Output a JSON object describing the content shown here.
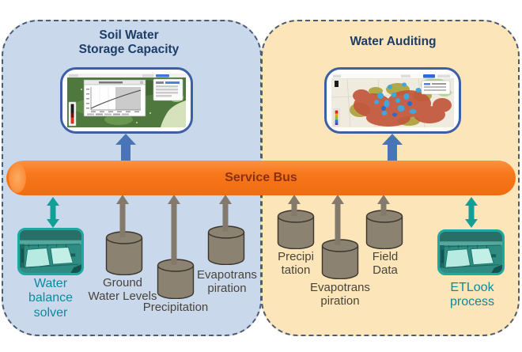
{
  "colors": {
    "left_panel_bg": "#CAD8EB",
    "right_panel_bg": "#FBE5B9",
    "panel_border": "#4D5B73",
    "service_bus_orange": "#F8771C",
    "service_bus_text": "#8B3110",
    "panel_title_text": "#1C3D68",
    "screenshot_frame_border": "#3D5FA5",
    "result_arrow_blue": "#4A74B8",
    "datastore_gray": "#8C8271",
    "datastore_label_text": "#49443B",
    "process_teal": "#12A096",
    "process_label_text": "#0C8A9C"
  },
  "service_bus": {
    "label": "Service Bus"
  },
  "left_panel": {
    "title": "Soil Water\nStorage Capacity",
    "screenshot": "soil-water-storage-capacity-map-app",
    "datastores": [
      {
        "label": "Ground\nWater Levels"
      },
      {
        "label": "Precipitation"
      },
      {
        "label": "Evapotrans\npiration"
      }
    ],
    "process": {
      "label": "Water\nbalance\nsolver",
      "image": "aerial-water-treatment-plant-photo"
    }
  },
  "right_panel": {
    "title": "Water Auditing",
    "screenshot": "water-auditing-map-app",
    "datastores": [
      {
        "label": "Precipi\ntation"
      },
      {
        "label": "Evapotrans\npiration"
      },
      {
        "label": "Field\nData"
      }
    ],
    "process": {
      "label": "ETLook\nprocess",
      "image": "aerial-water-treatment-plant-photo"
    }
  }
}
